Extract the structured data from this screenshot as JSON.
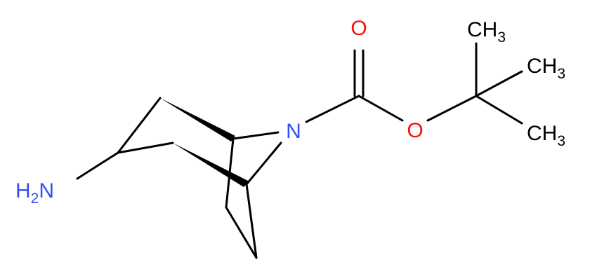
{
  "molecule": {
    "atoms": {
      "amine": {
        "main": "H",
        "sub": "2",
        "tail": "N",
        "color": "#3050F8"
      },
      "ring_n": {
        "label": "N",
        "color": "#3050F8"
      },
      "carbonyl_o": {
        "label": "O",
        "color": "#FF0D0D"
      },
      "ester_o": {
        "label": "O",
        "color": "#FF0D0D"
      },
      "methyl_1": {
        "main": "CH",
        "sub": "3",
        "color": "#000000"
      },
      "methyl_2": {
        "main": "CH",
        "sub": "3",
        "color": "#000000"
      },
      "methyl_3": {
        "main": "CH",
        "sub": "3",
        "color": "#000000"
      }
    },
    "bond_color": "#000000"
  }
}
